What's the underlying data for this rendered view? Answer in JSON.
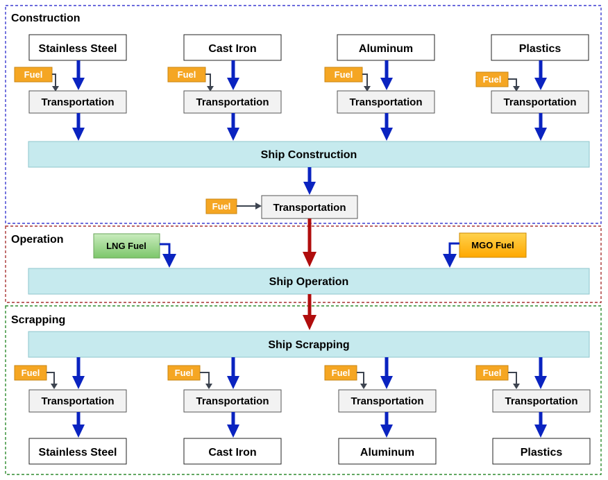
{
  "sections": {
    "construction": {
      "title": "Construction",
      "color": "#3b3bd0"
    },
    "operation": {
      "title": "Operation",
      "color": "#a83232"
    },
    "scrapping": {
      "title": "Scrapping",
      "color": "#2e8b2e"
    }
  },
  "materials": [
    "Stainless Steel",
    "Cast Iron",
    "Aluminum",
    "Plastics"
  ],
  "transportation_label": "Transportation",
  "fuel_label": "Fuel",
  "stages": {
    "construction": "Ship Construction",
    "operation": "Ship Operation",
    "scrapping": "Ship Scrapping"
  },
  "operation_fuels": {
    "lng": "LNG Fuel",
    "mgo": "MGO Fuel"
  },
  "colors": {
    "construction_flow": "#0a23c0",
    "operation_flow": "#b00d0d",
    "fuel": "#f5a623",
    "lng_fuel": "#8fd080",
    "mgo_fuel": "#ffb300",
    "stage_fill": "#c6eaee"
  }
}
